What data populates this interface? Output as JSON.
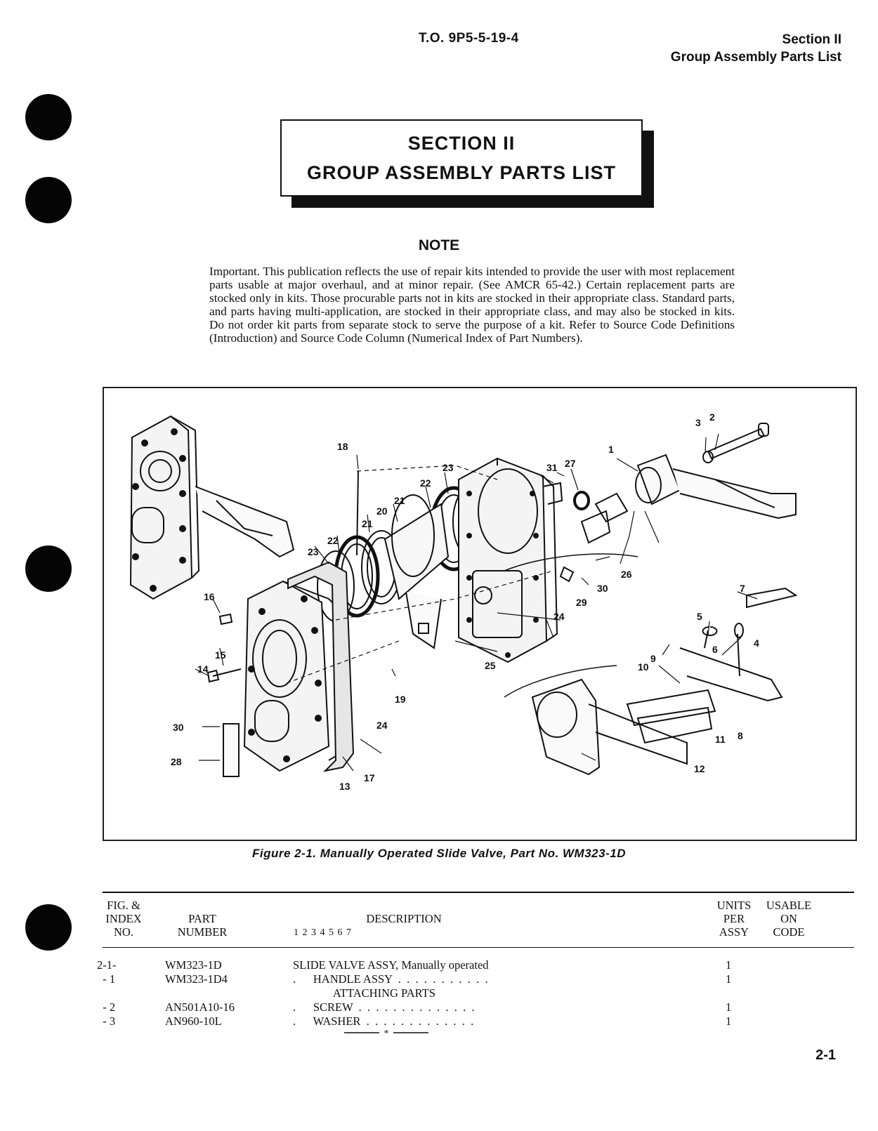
{
  "header": {
    "to_number": "T.O. 9P5-5-19-4",
    "section": "Section II",
    "section_title": "Group Assembly Parts List"
  },
  "title_box": {
    "line1": "SECTION II",
    "line2": "GROUP ASSEMBLY PARTS LIST"
  },
  "note": {
    "title": "NOTE",
    "text": "Important. This publication reflects the use of repair kits intended to provide the user with most replacement parts usable at major overhaul, and at minor repair. (See AMCR 65-42.) Certain replacement parts are stocked only in kits. Those procurable parts not in kits are stocked in their appropriate class. Standard parts, and parts having multi-application, are stocked in their appropriate class, and may also be stocked in kits. Do not order kit parts from separate stock to serve the purpose of a kit. Refer to Source Code Definitions (Introduction) and Source Code Column (Numerical Index of Part Numbers)."
  },
  "figure": {
    "caption": "Figure 2-1. Manually Operated Slide Valve, Part No. WM323-1D",
    "callouts": [
      "1",
      "2",
      "3",
      "4",
      "5",
      "6",
      "7",
      "8",
      "9",
      "10",
      "11",
      "12",
      "13",
      "14",
      "15",
      "16",
      "17",
      "18",
      "19",
      "20",
      "21",
      "21",
      "22",
      "22",
      "23",
      "23",
      "24",
      "24",
      "25",
      "26",
      "27",
      "28",
      "29",
      "30",
      "30",
      "31"
    ]
  },
  "table": {
    "headers": {
      "fig": "FIG. & INDEX NO.",
      "part": "PART NUMBER",
      "desc": "DESCRIPTION",
      "levels": "1 2 3 4 5 6 7",
      "units": "UNITS PER ASSY",
      "usable": "USABLE ON CODE"
    },
    "rows": [
      {
        "index": "2-1-",
        "part": "WM323-1D",
        "desc": "SLIDE VALVE ASSY, Manually operated",
        "units": "1",
        "code": ""
      },
      {
        "index": "  - 1",
        "part": "WM323-1D4",
        "desc": ".      HANDLE ASSY  .  .  .  .  .  .  .  .  .  .  .",
        "units": "1",
        "code": ""
      },
      {
        "index": "",
        "part": "",
        "desc": "              ATTACHING PARTS",
        "units": "",
        "code": ""
      },
      {
        "index": "  - 2",
        "part": "AN501A10-16",
        "desc": ".      SCREW  .  .  .  .  .  .  .  .  .  .  .  .  .  .",
        "units": "1",
        "code": ""
      },
      {
        "index": "  - 3",
        "part": "AN960-10L",
        "desc": ".      WASHER  .  .  .  .  .  .  .  .  .  .  .  .  .",
        "units": "1",
        "code": ""
      }
    ]
  },
  "page_number": "2-1"
}
